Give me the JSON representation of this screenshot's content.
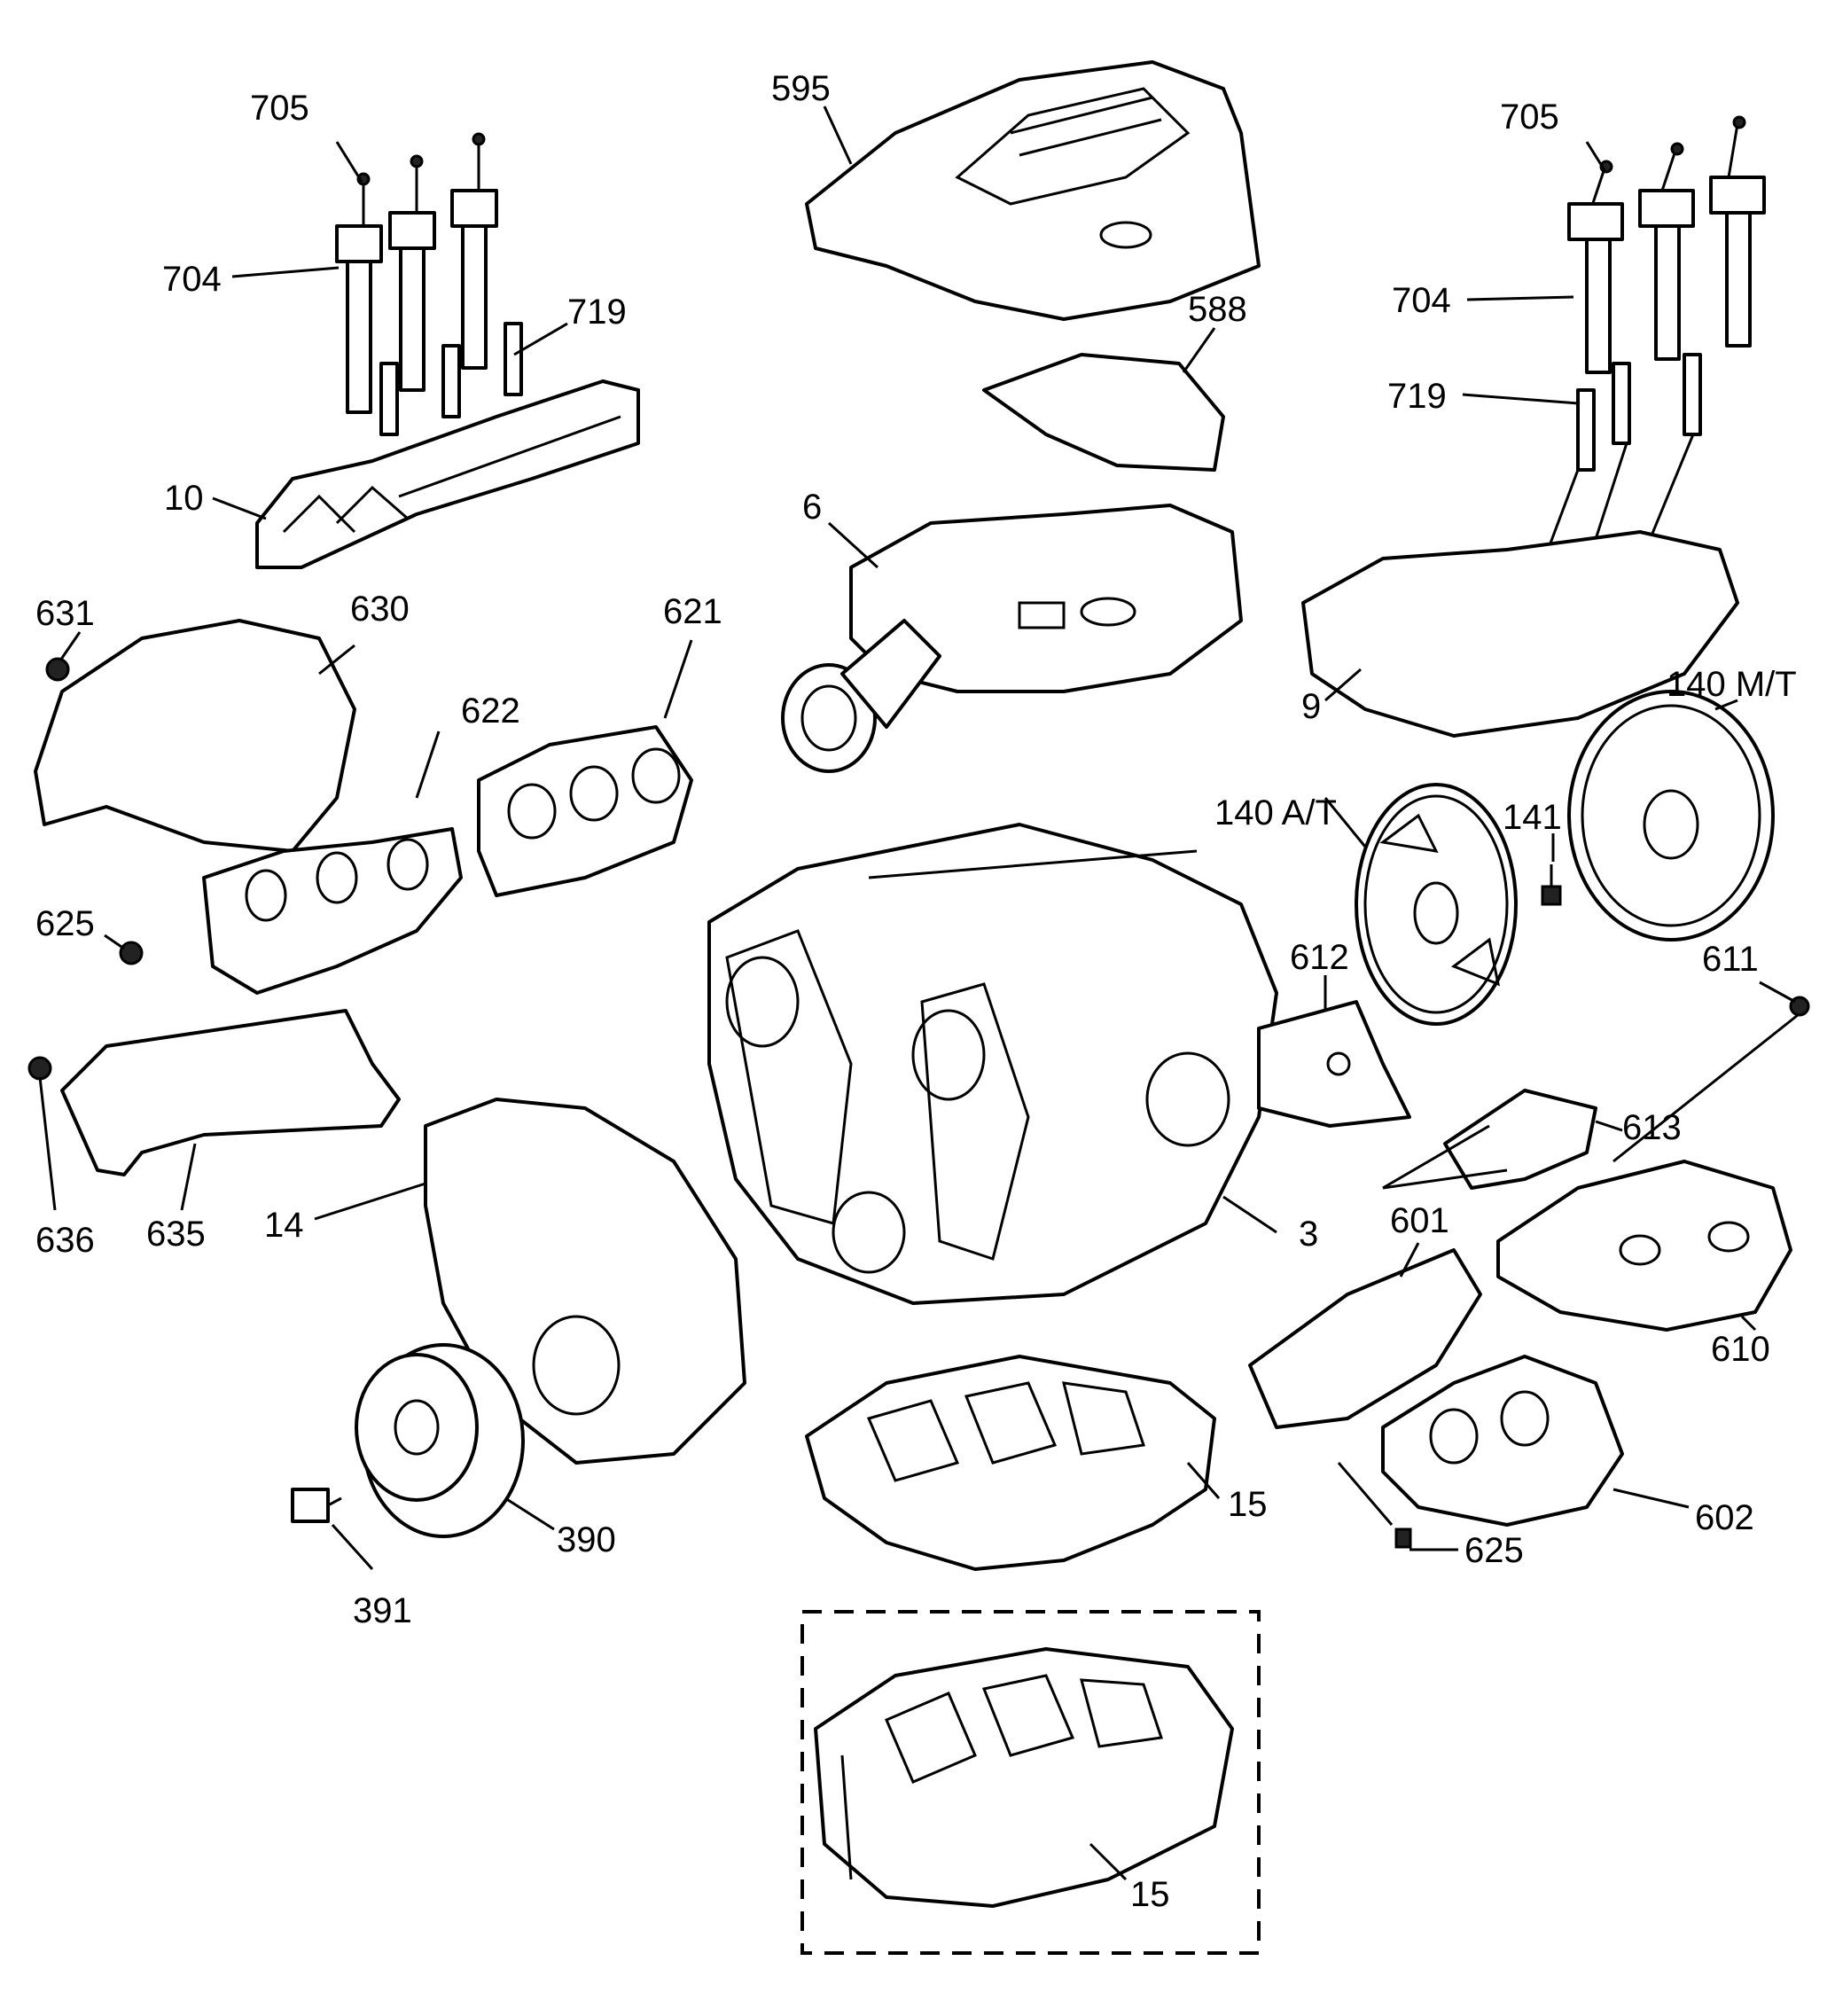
{
  "callouts": {
    "c705_left": "705",
    "c704_left": "704",
    "c719_left": "719",
    "c10": "10",
    "c595": "595",
    "c588": "588",
    "c6": "6",
    "c705_right": "705",
    "c704_right": "704",
    "c719_right": "719",
    "c9": "9",
    "c631": "631",
    "c630": "630",
    "c621": "621",
    "c622": "622",
    "c625_left": "625",
    "c140mt": "140 M/T",
    "c140at": "140 A/T",
    "c141": "141",
    "c612": "612",
    "c611": "611",
    "c613": "613",
    "c636": "636",
    "c635": "635",
    "c14": "14",
    "c3": "3",
    "c601": "601",
    "c610": "610",
    "c15_main": "15",
    "c602": "602",
    "c625_right": "625",
    "c390": "390",
    "c391": "391",
    "c15_inset": "15"
  }
}
